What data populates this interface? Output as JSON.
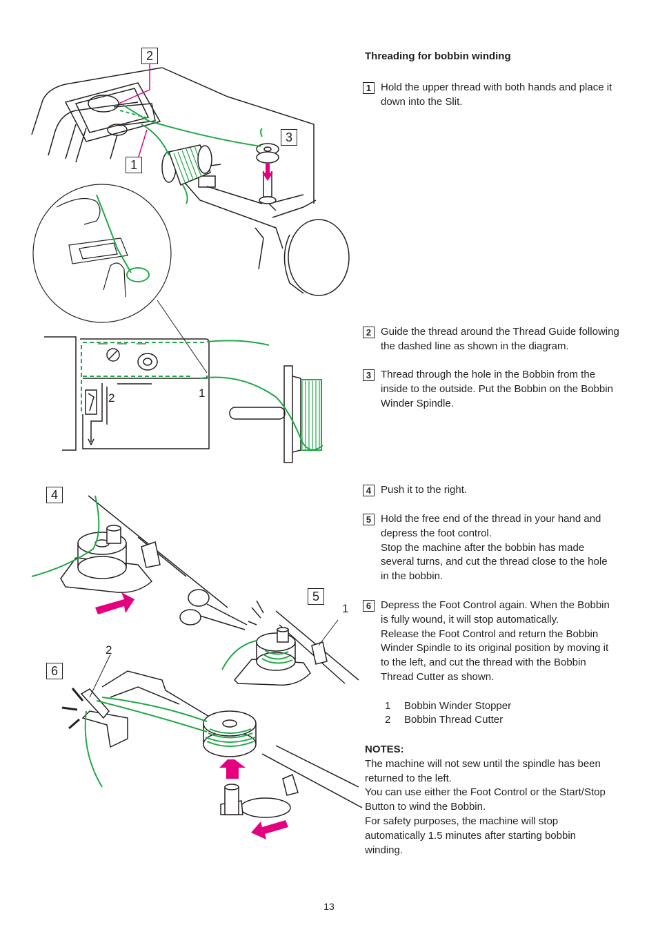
{
  "heading": "Threading for bobbin winding",
  "steps": [
    {
      "num": "1",
      "lines": [
        "Hold the upper thread with both hands and place it",
        "down into the Slit."
      ]
    },
    {
      "num": "2",
      "lines": [
        "Guide the thread around the Thread Guide following",
        "the dashed line as shown in the diagram."
      ]
    },
    {
      "num": "3",
      "lines": [
        "Thread through the hole in the Bobbin from the",
        "inside to the outside. Put the Bobbin on the Bobbin",
        "Winder Spindle."
      ]
    },
    {
      "num": "4",
      "lines": [
        "Push it to the right."
      ]
    },
    {
      "num": "5",
      "lines": [
        "Hold the free end of the thread in your hand and",
        "depress the foot control.",
        "Stop the machine after the bobbin has made",
        "several turns, and cut the thread close to the hole",
        "in the bobbin."
      ]
    },
    {
      "num": "6",
      "lines": [
        "Depress the Foot Control again. When the Bobbin",
        "is fully wound, it will stop automatically.",
        "Release the Foot Control and return the Bobbin",
        "Winder Spindle to its original position by moving it",
        "to the left, and cut the thread with the Bobbin",
        "Thread Cutter as shown."
      ]
    }
  ],
  "legend": [
    {
      "num": "1",
      "label": "Bobbin Winder Stopper"
    },
    {
      "num": "2",
      "label": "Bobbin Thread Cutter"
    }
  ],
  "notes": {
    "title": "NOTES:",
    "lines": [
      "The machine will not sew until the spindle has been",
      "returned to the left.",
      "You can use either the Foot Control or the Start/Stop",
      "Button to wind the Bobbin.",
      "For safety purposes, the machine will stop",
      "automatically 1.5 minutes after starting bobbin",
      "winding."
    ]
  },
  "figure_callouts": {
    "box_2": "2",
    "box_3": "3",
    "box_1": "1",
    "detail_1": "1",
    "detail_2": "2",
    "box_4": "4",
    "box_5": "5",
    "box_6": "6",
    "part_1": "1",
    "part_2": "2"
  },
  "page_number": "13",
  "colors": {
    "thread": "#1fa846",
    "arrow": "#e4007f",
    "ink": "#231f20"
  }
}
